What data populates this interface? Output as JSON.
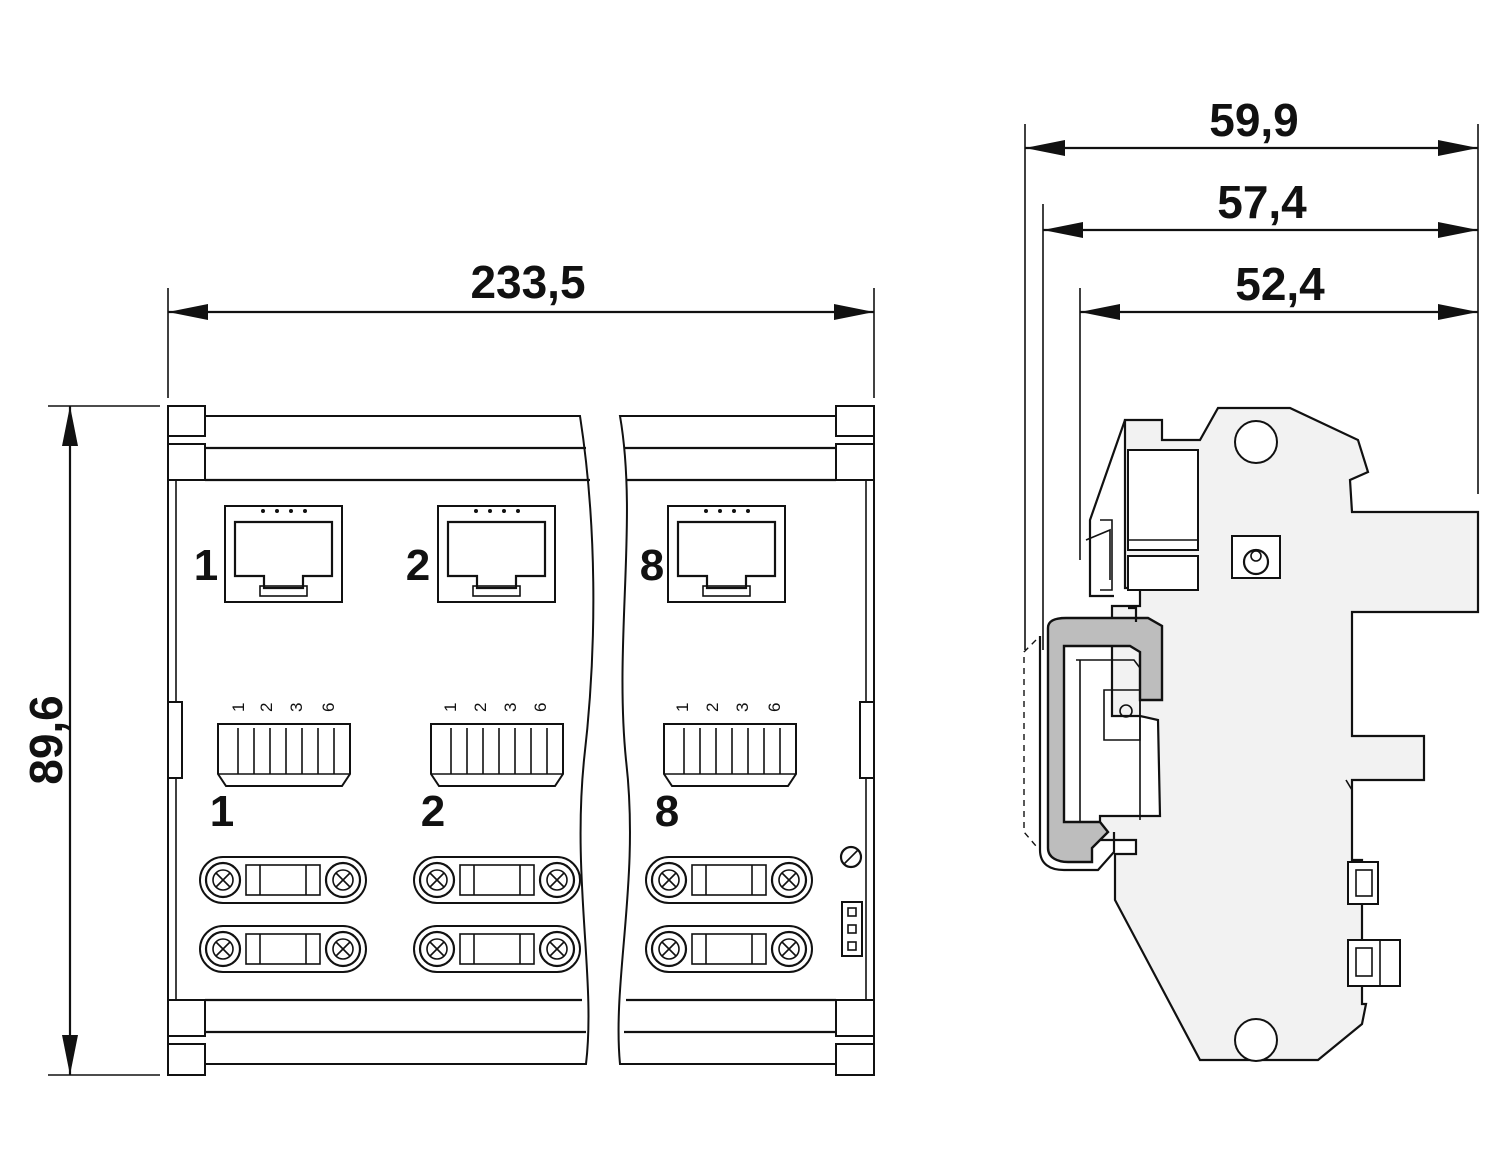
{
  "dimensions": {
    "width_front": "233,5",
    "height_front": "89,6",
    "depth_total": "59,9",
    "depth_mid": "57,4",
    "depth_inner": "52,4"
  },
  "ports": [
    {
      "port_label": "1",
      "terminal_label": "1"
    },
    {
      "port_label": "2",
      "terminal_label": "2"
    },
    {
      "port_label": "8",
      "terminal_label": "8"
    }
  ],
  "pin_labels": [
    "1",
    "2",
    "3",
    "6"
  ]
}
